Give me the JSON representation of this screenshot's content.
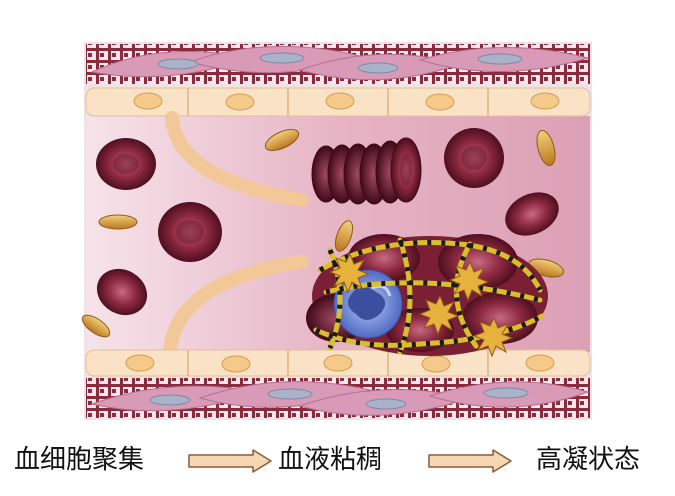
{
  "flow": {
    "step1": "血细胞聚集",
    "step2": "血液粘稠",
    "step3": "高凝状态"
  },
  "colors": {
    "vessel_lumen": "#e9bccb",
    "vessel_wall_band": "#f3dde4",
    "endothelial_cell": "#f9e2c6",
    "endothelial_nucleus": "#f5c98a",
    "muscle_cell": "#d99ab8",
    "muscle_nucleus": "#a9b2c9",
    "wall_lattice": "#8a2a3c",
    "red_blood_cell": "#7a1f34",
    "platelet": "#e0a63d",
    "fibrin": "#d9c02a",
    "white_blood_cell": "#6f88d8",
    "arrow_fill": "#f6d7b4",
    "arrow_stroke": "#8a5c3a"
  }
}
